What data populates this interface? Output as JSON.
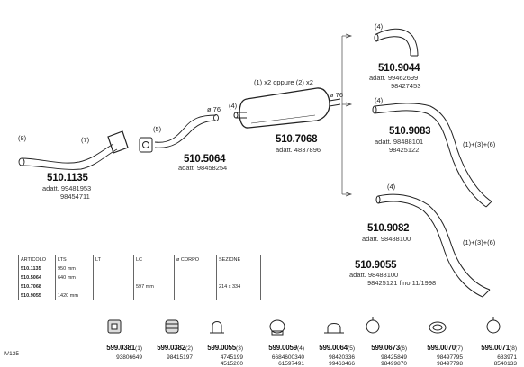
{
  "diagram": {
    "bottom_left": "IV135",
    "pipes": {
      "front_pipe": {
        "code": "510.1135",
        "adatt": "adatt. 99481953",
        "alt": "98454711",
        "refs": [
          "(8)",
          "(7)"
        ]
      },
      "mid_pipe": {
        "code": "510.5064",
        "adatt": "adatt. 98458254",
        "refs": [
          "(5)"
        ],
        "diam": "ø 76"
      },
      "silencer": {
        "code": "510.7068",
        "adatt": "adatt. 4837896",
        "top_note": "(1) x2 oppure (2) x2",
        "ref": "(4)",
        "diam": "ø 76"
      },
      "tail_a": {
        "code": "510.9044",
        "adatt": "adatt. 99462699",
        "alt": "98427453",
        "ref": "(4)"
      },
      "tail_b": {
        "code": "510.9083",
        "adatt": "adatt. 98488101",
        "alt": "98425122",
        "ref": "(4)",
        "note": "(1)+(3)+(6)"
      },
      "tail_c": {
        "code": "510.9082",
        "adatt": "adatt. 98488100",
        "ref": "(4)",
        "note": "(1)+(3)+(6)"
      },
      "tail_d": {
        "code": "510.9055",
        "adatt": "adatt. 98488100",
        "alt": "98425121  fino  11/1998"
      }
    },
    "table": {
      "headers": [
        "ARTICOLO",
        "LTS",
        "LT",
        "LC",
        "ø CORPO",
        "SEZIONE"
      ],
      "rows": [
        [
          "510.1135",
          "950 mm",
          "",
          "",
          "",
          ""
        ],
        [
          "510.5064",
          "640 mm",
          "",
          "",
          "",
          ""
        ],
        [
          "510.7068",
          "",
          "",
          "597 mm",
          "",
          "214 x 334"
        ],
        [
          "510.9055",
          "1420 mm",
          "",
          "",
          "",
          ""
        ]
      ]
    },
    "parts": [
      {
        "code": "599.0381",
        "ref": "(1)",
        "sub": "93806649",
        "icon": "rubber-hanger-icon"
      },
      {
        "code": "599.0382",
        "ref": "(2)",
        "sub": "98415197",
        "icon": "rubber-ring-icon"
      },
      {
        "code": "599.0055",
        "ref": "(3)",
        "sub": "4745199",
        "sub2": "4515200",
        "icon": "u-clamp-icon"
      },
      {
        "code": "599.0059",
        "ref": "(4)",
        "sub": "6684600340",
        "sub2": "61597491",
        "icon": "band-clamp-icon"
      },
      {
        "code": "599.0064",
        "ref": "(5)",
        "sub": "98420336",
        "sub2": "99463466",
        "icon": "bracket-clamp-icon"
      },
      {
        "code": "599.0673",
        "ref": "(6)",
        "sub": "98425849",
        "sub2": "98499870",
        "icon": "ring-clamp-icon"
      },
      {
        "code": "599.0070",
        "ref": "(7)",
        "sub": "98497795",
        "sub2": "98497798",
        "icon": "gasket-icon"
      },
      {
        "code": "599.0071",
        "ref": "(8)",
        "sub": "683971",
        "sub2": "8540133",
        "icon": "ring-clamp-2-icon"
      }
    ]
  }
}
